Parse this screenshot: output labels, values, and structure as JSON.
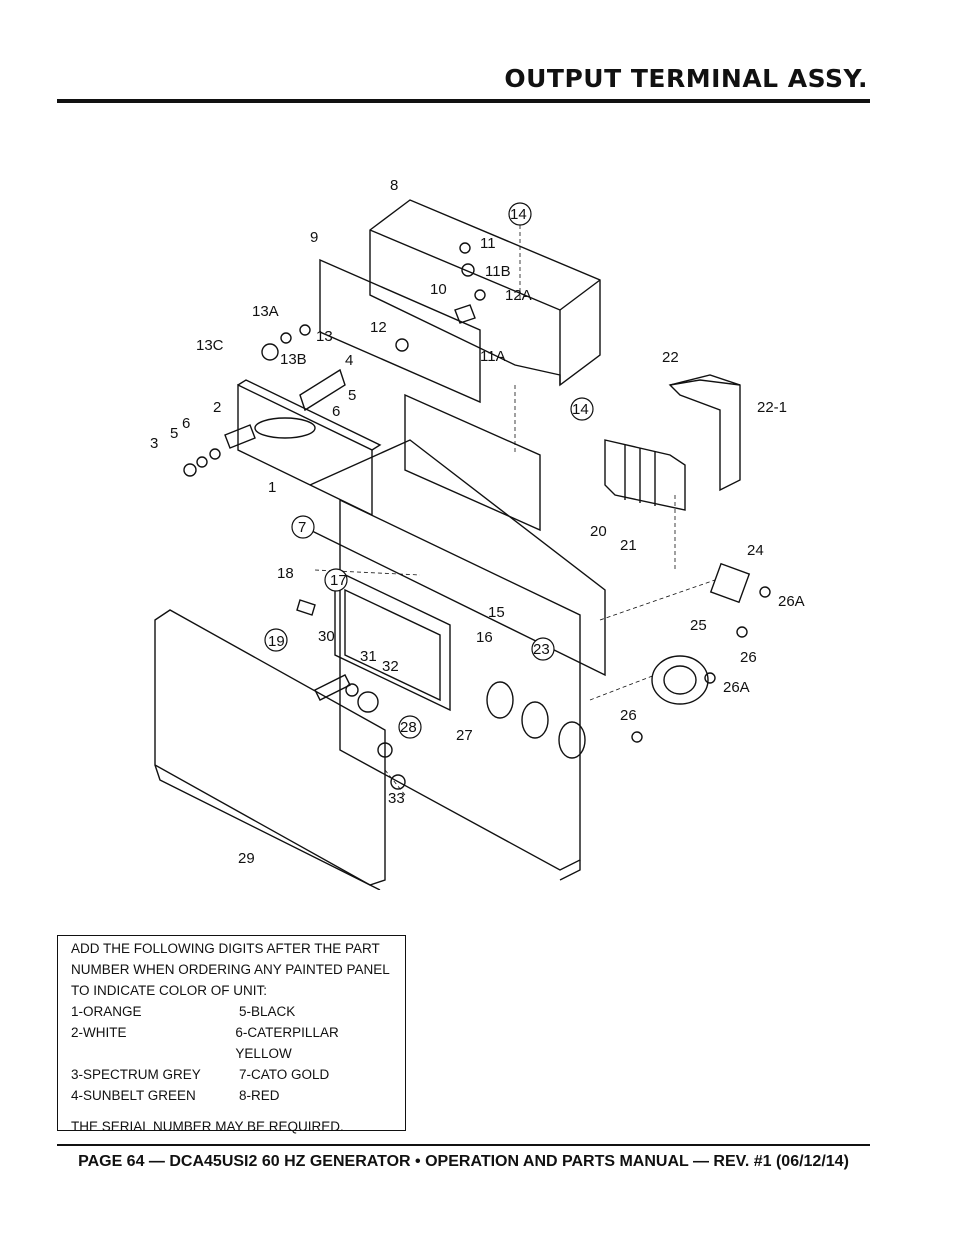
{
  "header": {
    "title": "OUTPUT TERMINAL ASSY."
  },
  "diagram": {
    "callouts": [
      "8",
      "9",
      "14",
      "11",
      "11B",
      "12A",
      "10",
      "13A",
      "13",
      "13C",
      "13B",
      "12",
      "11A",
      "4",
      "5",
      "6",
      "2",
      "6",
      "5",
      "3",
      "1",
      "22",
      "22-1",
      "14",
      "7",
      "20",
      "21",
      "18",
      "17",
      "24",
      "15",
      "26A",
      "19",
      "30",
      "16",
      "25",
      "26",
      "31",
      "32",
      "23",
      "26A",
      "28",
      "27",
      "26",
      "33",
      "29"
    ],
    "circled": [
      "14",
      "14",
      "7",
      "17",
      "19",
      "23",
      "28"
    ]
  },
  "note": {
    "intro": "ADD THE FOLLOWING DIGITS AFTER THE PART NUMBER WHEN ORDERING ANY PAINTED PANEL TO INDICATE COLOR OF UNIT:",
    "colors": [
      [
        "1-ORANGE",
        "5-BLACK"
      ],
      [
        "2-WHITE",
        "6-CATERPILLAR YELLOW"
      ],
      [
        "3-SPECTRUM GREY",
        "7-CATO GOLD"
      ],
      [
        "4-SUNBELT GREEN",
        "8-RED"
      ]
    ],
    "serial": "THE SERIAL NUMBER MAY BE REQUIRED."
  },
  "footer": {
    "text": "PAGE 64 — DCA45USI2 60 HZ GENERATOR • OPERATION AND PARTS MANUAL — REV. #1 (06/12/14)"
  }
}
